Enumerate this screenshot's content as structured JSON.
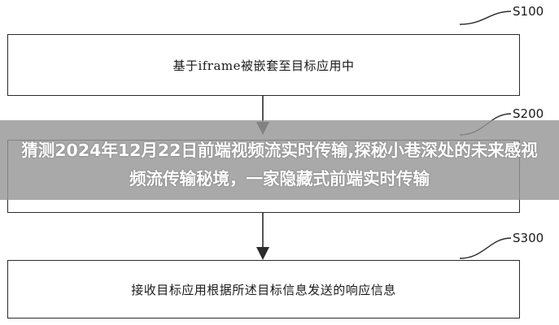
{
  "steps": [
    {
      "label": "S100",
      "text": "基于iframe被嵌套至目标应用中"
    },
    {
      "label": "S200",
      "text": ""
    },
    {
      "label": "S300",
      "text": "接收目标应用根据所述目标信息发送的响应信息"
    }
  ],
  "overlay": {
    "title": "猜测2024年12月22日前端视频流实时传输,探秘小巷深处的未来感视频流传输秘境，一家隐藏式前端实时传输"
  }
}
